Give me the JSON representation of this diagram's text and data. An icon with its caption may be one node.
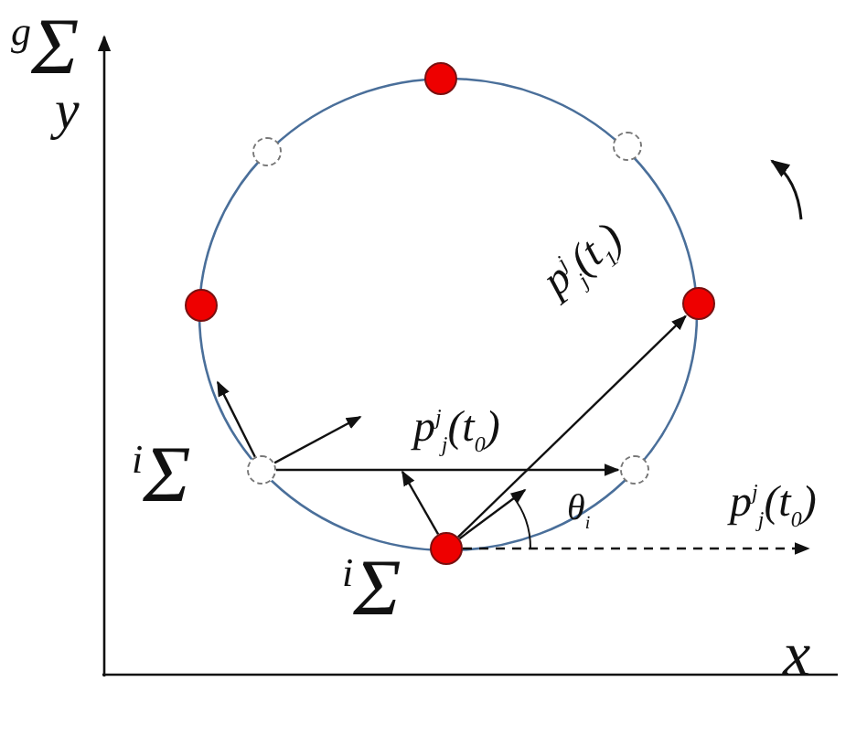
{
  "diagram": {
    "nodes": [
      {
        "text": [],
        "shape": "circle"
      },
      {
        "text": [],
        "shape": "circle"
      },
      {
        "text": [],
        "shape": "circle"
      },
      {
        "text": [],
        "shape": "circle"
      },
      {
        "text": [],
        "shape": "circle"
      },
      {
        "text": [],
        "shape": "circle"
      },
      {
        "text": [],
        "shape": "circle"
      },
      {
        "text": [],
        "shape": "circle"
      }
    ],
    "edges": [
      {
        "from": 5,
        "to": 6,
        "arrow": "to",
        "label": "p$^{j}$$_{j}$(t$_{0}$)"
      },
      {
        "from": 7,
        "to": 4,
        "arrow": "to",
        "label": "p$^{j}$$_{j}$(t$_{1}$)"
      },
      {
        "from": 7,
        "to": null,
        "arrow": "to",
        "label": "p$^{j}$$_{j}$(t$_{0}$)",
        "style": "dashed"
      },
      {
        "from": 5,
        "to": null,
        "arrow": "to"
      },
      {
        "from": 5,
        "to": null,
        "arrow": "to"
      },
      {
        "from": 7,
        "to": null,
        "arrow": "to"
      },
      {
        "from": 7,
        "to": null,
        "arrow": "to"
      }
    ],
    "labels": [
      "$^{g}$Σ",
      "y",
      "$^{i}$Σ",
      "$^{i}$Σ",
      "θ$_{i}$",
      "x"
    ]
  }
}
